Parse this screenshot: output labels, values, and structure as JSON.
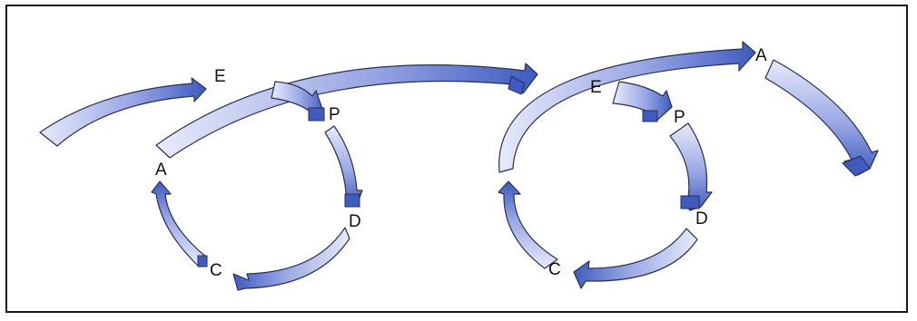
{
  "colors": {
    "arrow_dark": "#3f5bbf",
    "arrow_mid": "#8f9ee0",
    "arrow_light": "#e8ebfb",
    "arrow_outline": "#2a2f52",
    "frame": "#1a1a1a"
  },
  "left_cycle": {
    "labels": {
      "e": "E",
      "p": "P",
      "d": "D",
      "c": "C",
      "a": "A"
    }
  },
  "right_cycle": {
    "labels": {
      "e": "E",
      "p": "P",
      "d": "D",
      "c": "C",
      "a": "A"
    }
  }
}
